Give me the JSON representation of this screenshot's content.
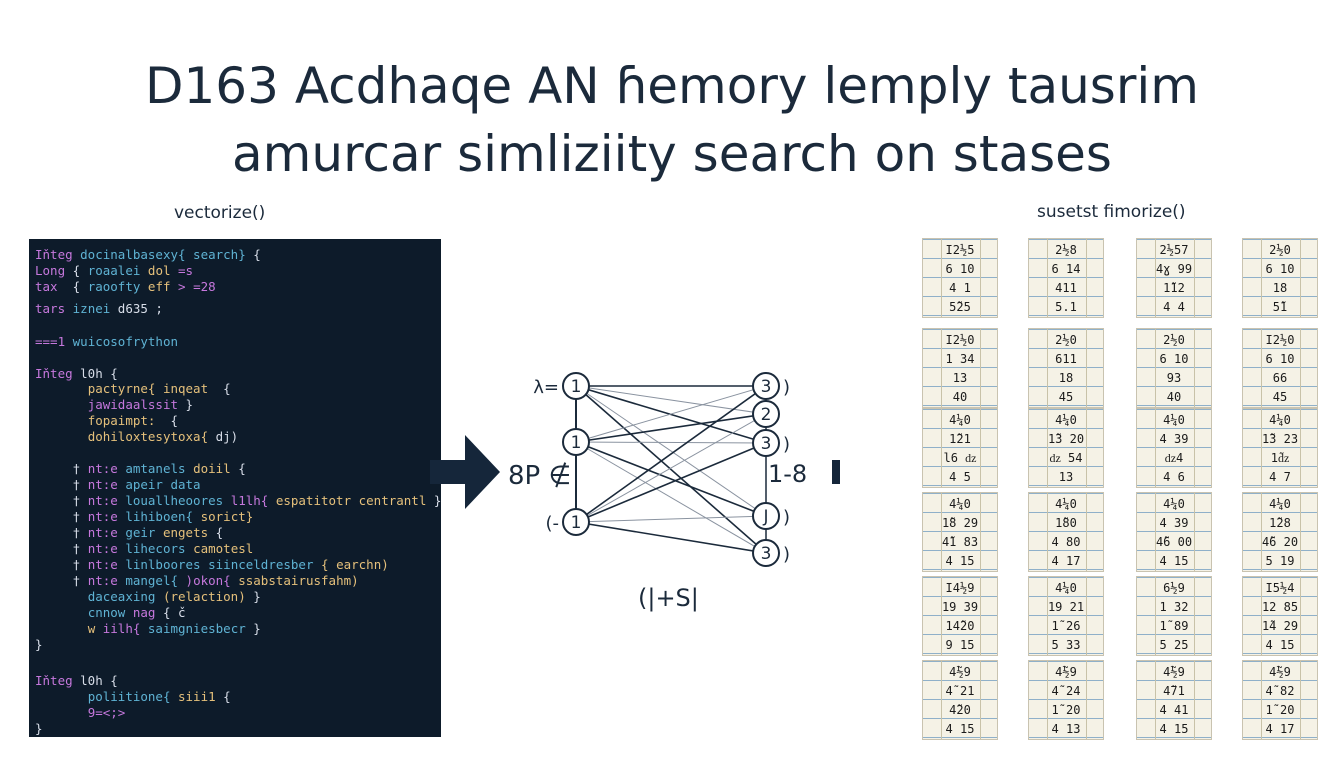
{
  "title": {
    "line1": "D163 Acdhaqe AN ɦemory lemply tausrim",
    "line2": "amurcar simliziity search on stases"
  },
  "left_caption": "vectorize()",
  "right_caption": "susetst fimorize()",
  "colors": {
    "ink": "#1b2a3b",
    "code_bg": "#0d1b2a",
    "code_keyword": "#c678dd",
    "code_text": "#5fb3d4",
    "code_string": "#e5c07b",
    "code_plain": "#d8dee9",
    "tile_bg": "#f5f2e6",
    "tile_line": "#8fb0c9"
  },
  "code": [
    {
      "segs": [
        {
          "t": "Iňteg ",
          "c": "kw"
        },
        {
          "t": "docinalbasexy{ ",
          "c": "tx"
        },
        {
          "t": "search} ",
          "c": "tx"
        },
        {
          "t": "{",
          "c": "pl"
        }
      ]
    },
    {
      "segs": [
        {
          "t": "Long ",
          "c": "kw"
        },
        {
          "t": "{ ",
          "c": "pl"
        },
        {
          "t": "roaalei ",
          "c": "tx"
        },
        {
          "t": "dol ",
          "c": "st"
        },
        {
          "t": "=s",
          "c": "kw"
        }
      ]
    },
    {
      "segs": [
        {
          "t": "tax  ",
          "c": "kw"
        },
        {
          "t": "{ ",
          "c": "pl"
        },
        {
          "t": "raoofty ",
          "c": "tx"
        },
        {
          "t": "eff ",
          "c": "st"
        },
        {
          "t": "> =28",
          "c": "kw"
        }
      ]
    },
    {
      "segs": [
        {
          "t": "tars ",
          "c": "kw"
        },
        {
          "t": "iznei ",
          "c": "tx"
        },
        {
          "t": "d635 ;",
          "c": "pl"
        }
      ]
    },
    {
      "segs": [
        {
          "t": "===1 ",
          "c": "kw"
        },
        {
          "t": "wuicosofrython",
          "c": "tx"
        }
      ]
    },
    {
      "segs": [
        {
          "t": "Iňteg ",
          "c": "kw"
        },
        {
          "t": "l0h {",
          "c": "pl"
        }
      ]
    },
    {
      "segs": [
        {
          "t": "       "
        },
        {
          "t": "pactyrne{ ",
          "c": "st"
        },
        {
          "t": "inqeat  ",
          "c": "st"
        },
        {
          "t": "{",
          "c": "pl"
        }
      ]
    },
    {
      "segs": [
        {
          "t": "       "
        },
        {
          "t": "jawidaalssit ",
          "c": "kw"
        },
        {
          "t": "}",
          "c": "pl"
        }
      ]
    },
    {
      "segs": [
        {
          "t": "       "
        },
        {
          "t": "fopaimpt:  ",
          "c": "st"
        },
        {
          "t": "{",
          "c": "pl"
        }
      ]
    },
    {
      "segs": [
        {
          "t": "       "
        },
        {
          "t": "dohiloxtesytoxa{ ",
          "c": "st"
        },
        {
          "t": "dj)",
          "c": "pl"
        }
      ]
    },
    {
      "segs": [
        {
          "t": "     † "
        },
        {
          "t": "nt:e ",
          "c": "kw"
        },
        {
          "t": "amtanels ",
          "c": "tx"
        },
        {
          "t": "doiil ",
          "c": "st"
        },
        {
          "t": "{",
          "c": "pl"
        }
      ]
    },
    {
      "segs": [
        {
          "t": "     † "
        },
        {
          "t": "nt:e ",
          "c": "kw"
        },
        {
          "t": "apeir data",
          "c": "tx"
        }
      ]
    },
    {
      "segs": [
        {
          "t": "     † "
        },
        {
          "t": "nt:e ",
          "c": "kw"
        },
        {
          "t": "louallheoores ",
          "c": "tx"
        },
        {
          "t": "l1lh{ ",
          "c": "kw"
        },
        {
          "t": "espatitotr centrantl ",
          "c": "st"
        },
        {
          "t": "}",
          "c": "pl"
        }
      ]
    },
    {
      "segs": [
        {
          "t": "     † "
        },
        {
          "t": "nt:e ",
          "c": "kw"
        },
        {
          "t": "lihiboen{ ",
          "c": "tx"
        },
        {
          "t": "sorict}",
          "c": "st"
        }
      ]
    },
    {
      "segs": [
        {
          "t": "     † "
        },
        {
          "t": "nt:e ",
          "c": "kw"
        },
        {
          "t": "geir ",
          "c": "tx"
        },
        {
          "t": "engets ",
          "c": "st"
        },
        {
          "t": "{",
          "c": "pl"
        }
      ]
    },
    {
      "segs": [
        {
          "t": "     † "
        },
        {
          "t": "nt:e ",
          "c": "kw"
        },
        {
          "t": "lihecors ",
          "c": "tx"
        },
        {
          "t": "camotesl",
          "c": "st"
        }
      ]
    },
    {
      "segs": [
        {
          "t": "     † "
        },
        {
          "t": "nt:e ",
          "c": "kw"
        },
        {
          "t": "linlboores ",
          "c": "tx"
        },
        {
          "t": "siinceldresber ",
          "c": "tx"
        },
        {
          "t": "{ earchn)",
          "c": "st"
        }
      ]
    },
    {
      "segs": [
        {
          "t": "     † "
        },
        {
          "t": "nt:e ",
          "c": "kw"
        },
        {
          "t": "mangel{ ",
          "c": "tx"
        },
        {
          "t": ")okon{ ",
          "c": "kw"
        },
        {
          "t": "ssabstairusfahm)",
          "c": "st"
        }
      ]
    },
    {
      "segs": [
        {
          "t": "       "
        },
        {
          "t": "daceaxing ",
          "c": "tx"
        },
        {
          "t": "(relaction) ",
          "c": "st"
        },
        {
          "t": "}",
          "c": "pl"
        }
      ]
    },
    {
      "segs": [
        {
          "t": "       "
        },
        {
          "t": "cnnow ",
          "c": "tx"
        },
        {
          "t": "nag ",
          "c": "kw"
        },
        {
          "t": "{ č",
          "c": "pl"
        }
      ]
    },
    {
      "segs": [
        {
          "t": "       "
        },
        {
          "t": "w ",
          "c": "st"
        },
        {
          "t": "iilh{ ",
          "c": "kw"
        },
        {
          "t": "saimgniesbecr ",
          "c": "tx"
        },
        {
          "t": "}",
          "c": "pl"
        }
      ]
    },
    {
      "segs": [
        {
          "t": "}",
          "c": "pl"
        }
      ]
    },
    {
      "segs": [
        {
          "t": "Iňteg ",
          "c": "kw"
        },
        {
          "t": "l0h {",
          "c": "pl"
        }
      ]
    },
    {
      "segs": [
        {
          "t": "       "
        },
        {
          "t": "poliitione{ ",
          "c": "tx"
        },
        {
          "t": "siii1 ",
          "c": "st"
        },
        {
          "t": "{",
          "c": "pl"
        }
      ]
    },
    {
      "segs": [
        {
          "t": "       "
        },
        {
          "t": "9=<;>",
          "c": "kw"
        }
      ]
    },
    {
      "segs": [
        {
          "t": "}",
          "c": "pl"
        }
      ]
    }
  ],
  "graph": {
    "left_nodes": [
      {
        "label": "1",
        "side": "λ="
      },
      {
        "label": "1",
        "side": ""
      },
      {
        "label": "1",
        "side": "(-"
      }
    ],
    "right_nodes": [
      {
        "label": "3",
        "side": ")"
      },
      {
        "label": "2",
        "side": ""
      },
      {
        "label": "3",
        "side": ")"
      },
      {
        "label": "J",
        "side": ")"
      },
      {
        "label": "3",
        "side": ")"
      }
    ],
    "left_label": "8P ∉",
    "right_label": "1-8",
    "bottom_label": "(|+S|"
  },
  "tiles": [
    [
      "I2½5",
      "6 10",
      "4 1",
      "5̃25"
    ],
    [
      "2½8",
      "6 14",
      "411",
      "5.1"
    ],
    [
      "2½57",
      "4ɣ 99",
      "1̃12",
      "4 4"
    ],
    [
      "2½0",
      "6 10",
      "18",
      "5̃1"
    ],
    [
      "I2½0",
      "1 34",
      "13",
      "40"
    ],
    [
      "2½0",
      "611",
      "18",
      "45"
    ],
    [
      "2½0",
      "6 10",
      "93",
      "40"
    ],
    [
      "I2½0",
      "6 10",
      "66",
      "45"
    ],
    [
      "4¼0",
      "1̃21",
      "l6 ǳ",
      "4 5"
    ],
    [
      "4¼0",
      "1̃3 20",
      "ǳ 54",
      "13"
    ],
    [
      "4¼0",
      "4 39",
      "ǳ4",
      "4 6"
    ],
    [
      "4¼0",
      "1̃3 23",
      "1̃ǳ",
      "4 7"
    ],
    [
      "4¼0",
      "1̃8 29",
      "4̃1 83",
      "4 15"
    ],
    [
      "4¼0",
      "1̃80",
      "4 80",
      "4 17"
    ],
    [
      "4¼0",
      "4 39",
      "4̃6 00",
      "4 15"
    ],
    [
      "4¼0",
      "1̃28",
      "4̃6 20",
      "5 19"
    ],
    [
      "I4½9",
      "19 39",
      "14̃20",
      "9 15"
    ],
    [
      "4¼0",
      "19 21",
      "1̃ 26",
      "5 33"
    ],
    [
      "6½9",
      "1 32",
      "1̃ 89",
      "5 25"
    ],
    [
      "I5½4",
      "12 85",
      "1̃4 29",
      "4 15"
    ],
    [
      "4̃½9",
      "4̃ 21",
      "4̃20",
      "4 15"
    ],
    [
      "4̃½9",
      "4̃ 24",
      "1̃ 20",
      "4 13"
    ],
    [
      "4̃½9",
      "4̃71",
      "4 41",
      "4 15"
    ],
    [
      "4̃½9",
      "4̃ 82",
      "1̃ 20",
      "4 17"
    ]
  ]
}
